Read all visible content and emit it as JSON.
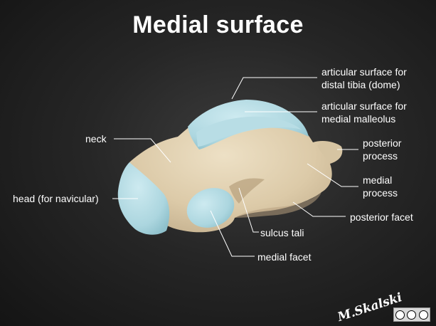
{
  "title": "Medial surface",
  "labels": {
    "articular_surface_distal_tibia_line1": "articular surface for",
    "articular_surface_distal_tibia_line2": "distal tibia (dome)",
    "articular_surface_medial_malleolus_line1": "articular surface for",
    "articular_surface_medial_malleolus_line2": "medial malleolus",
    "neck": "neck",
    "posterior_process_line1": "posterior",
    "posterior_process_line2": "process",
    "medial_process_line1": "medial",
    "medial_process_line2": "process",
    "head": "head (for navicular)",
    "posterior_facet": "posterior facet",
    "sulcus_tali": "sulcus tali",
    "medial_facet": "medial facet"
  },
  "colors": {
    "bone": "#e2d2b4",
    "cartilage": "#b3dbe3",
    "background": "#242424",
    "text": "#ffffff"
  },
  "credit": {
    "signature": "M.Skalski",
    "license_icon": "cc-by-nc-nd-icon"
  }
}
